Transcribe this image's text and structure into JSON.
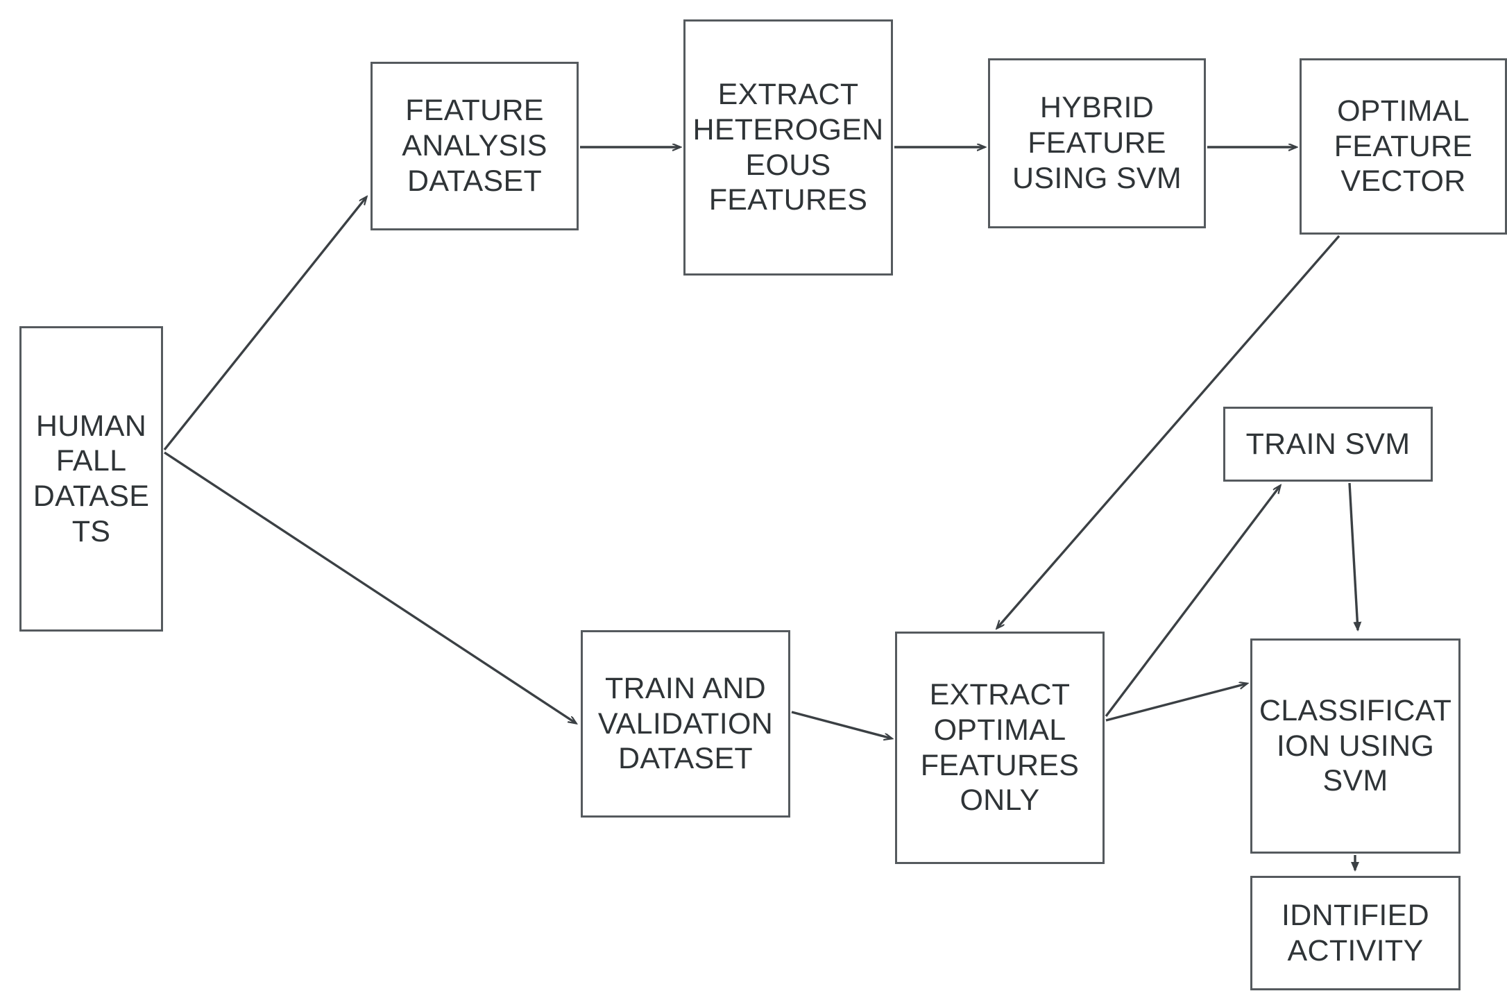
{
  "diagram": {
    "title": "Human fall detection SVM pipeline flowchart",
    "stroke_color": "#555a5e",
    "text_color": "#2f3437",
    "background": "#ffffff"
  },
  "nodes": [
    {
      "id": "human-fall-datasets",
      "label": "HUMAN\nFALL\nDATASE\nTS"
    },
    {
      "id": "feature-analysis",
      "label": "FEATURE\nANALYSIS\nDATASET"
    },
    {
      "id": "extract-heterogeneous",
      "label": "EXTRACT\nHETEROGEN\nEOUS\nFEATURES"
    },
    {
      "id": "hybrid-feature",
      "label": "HYBRID\nFEATURE\nUSING SVM"
    },
    {
      "id": "optimal-feature-vector",
      "label": "OPTIMAL\nFEATURE\nVECTOR"
    },
    {
      "id": "train-svm",
      "label": "TRAIN SVM"
    },
    {
      "id": "train-validation",
      "label": "TRAIN AND\nVALIDATION\nDATASET"
    },
    {
      "id": "extract-optimal",
      "label": "EXTRACT\nOPTIMAL\nFEATURES\nONLY"
    },
    {
      "id": "classification-svm",
      "label": "CLASSIFICAT\nION USING\nSVM"
    },
    {
      "id": "identified-activity",
      "label": "IDNTIFIED\nACTIVITY"
    }
  ],
  "edges": [
    {
      "from": "human-fall-datasets",
      "to": "feature-analysis"
    },
    {
      "from": "human-fall-datasets",
      "to": "train-validation"
    },
    {
      "from": "feature-analysis",
      "to": "extract-heterogeneous"
    },
    {
      "from": "extract-heterogeneous",
      "to": "hybrid-feature"
    },
    {
      "from": "hybrid-feature",
      "to": "optimal-feature-vector"
    },
    {
      "from": "optimal-feature-vector",
      "to": "extract-optimal"
    },
    {
      "from": "train-validation",
      "to": "extract-optimal"
    },
    {
      "from": "extract-optimal",
      "to": "train-svm"
    },
    {
      "from": "extract-optimal",
      "to": "classification-svm"
    },
    {
      "from": "train-svm",
      "to": "classification-svm"
    },
    {
      "from": "classification-svm",
      "to": "identified-activity"
    }
  ]
}
